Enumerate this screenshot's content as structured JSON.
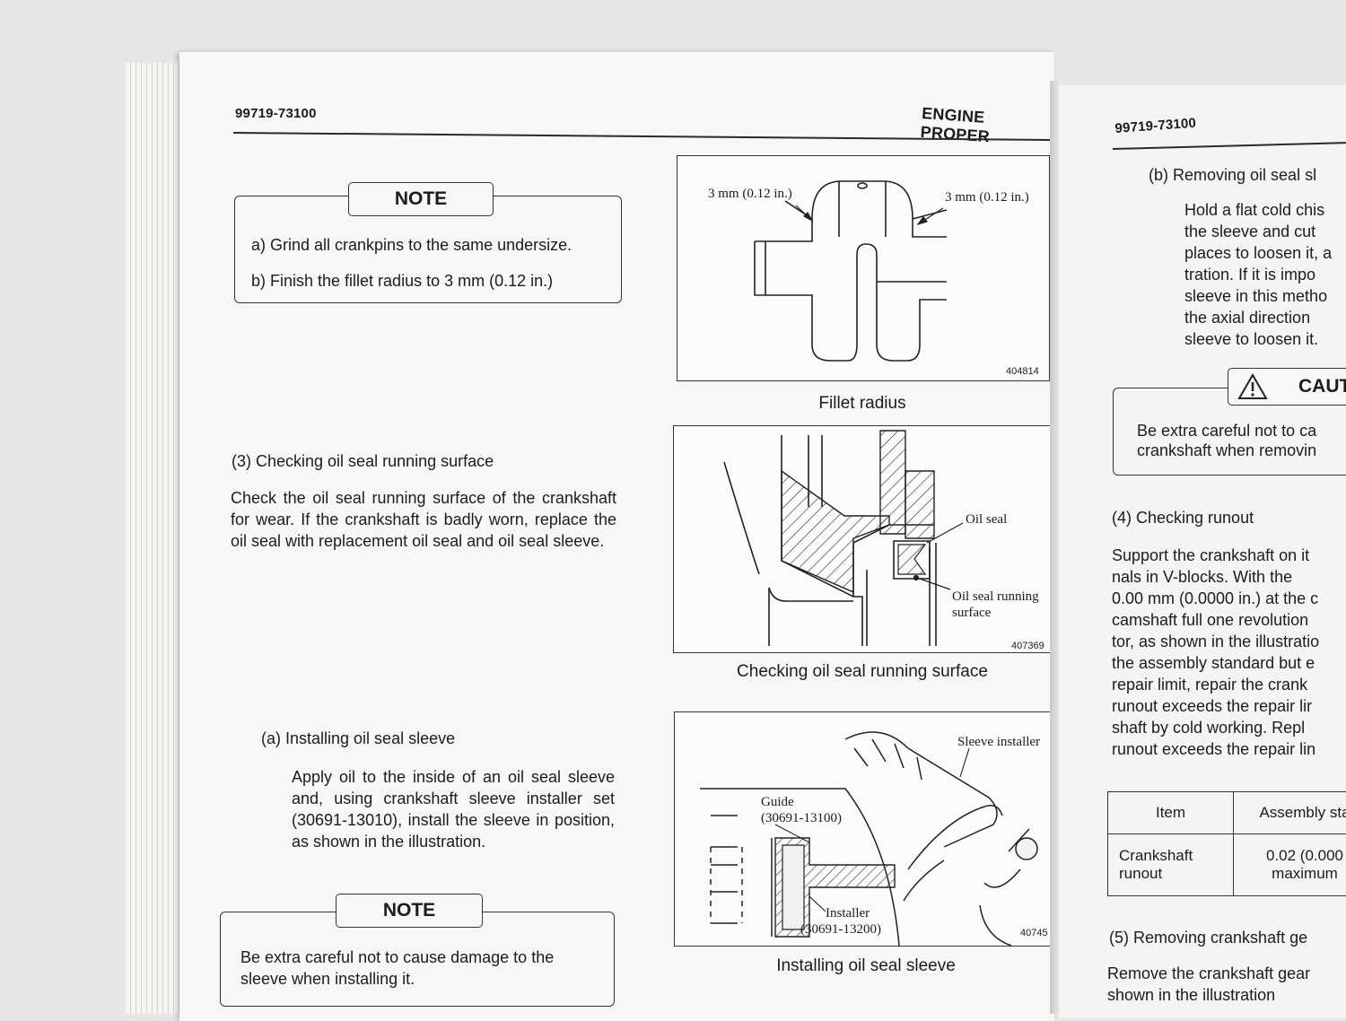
{
  "left_page": {
    "part_no": "99719-73100",
    "section": "ENGINE PROPER",
    "note1": {
      "title": "NOTE",
      "items": [
        "a)  Grind all crankpins to the same undersize.",
        "b)  Finish the fillet radius to 3 mm (0.12 in.)"
      ]
    },
    "fig1": {
      "label_left": "3 mm (0.12 in.)",
      "label_right": "3 mm (0.12 in.)",
      "code": "404814",
      "caption": "Fillet radius"
    },
    "sec3": {
      "heading": "(3)   Checking oil seal running surface",
      "body": "Check the oil seal running surface of the crankshaft for wear.  If the crankshaft is badly worn, replace the oil seal with replacement oil seal and oil seal sleeve."
    },
    "fig2": {
      "label_oil_seal": "Oil seal",
      "label_surface_1": "Oil seal running",
      "label_surface_2": "surface",
      "code": "407369",
      "caption": "Checking oil seal running surface"
    },
    "sec_a": {
      "heading": "(a)   Installing oil seal sleeve",
      "body": "Apply oil to the inside of an oil seal sleeve and, using crankshaft sleeve installer set (30691-13010), install the sleeve in position, as shown in the illustration."
    },
    "note2": {
      "title": "NOTE",
      "body": "Be extra careful not to cause damage to the sleeve when installing it."
    },
    "fig3": {
      "label_sleeve_installer": "Sleeve installer",
      "label_guide_1": "Guide",
      "label_guide_2": "(30691-13100)",
      "label_installer_1": "Installer",
      "label_installer_2": "(30691-13200)",
      "code": "40745",
      "caption": "Installing oil seal sleeve"
    }
  },
  "right_page": {
    "part_no": "99719-73100",
    "sec_b": {
      "heading": "(b)   Removing oil seal sl",
      "lines": [
        "Hold a flat cold chis",
        "the sleeve and cut",
        "places to loosen it, a",
        "tration.  If it is impo",
        "sleeve in this metho",
        "the axial direction",
        "sleeve to loosen it."
      ]
    },
    "caution": {
      "title": "CAUT",
      "lines": [
        "Be extra careful not to ca",
        "crankshaft when removin"
      ]
    },
    "sec4": {
      "heading": "(4)   Checking runout",
      "lines": [
        "Support the crankshaft on it",
        "nals in V-blocks.  With the",
        "0.00 mm (0.0000 in.) at the c",
        "camshaft full one revolution",
        "tor, as shown in the illustratio",
        "the assembly standard but e",
        "repair limit, repair the crank",
        "runout exceeds the repair lir",
        "shaft by cold working.  Repl",
        "runout exceeds the repair lin"
      ]
    },
    "table": {
      "headers": [
        "Item",
        "Assembly sta"
      ],
      "row_item": [
        "Crankshaft",
        "runout"
      ],
      "row_value": [
        "0.02 (0.000",
        "maximum"
      ]
    },
    "sec5": {
      "heading": "(5)   Removing crankshaft ge",
      "lines": [
        "Remove the crankshaft gear",
        "shown in the illustration"
      ]
    }
  }
}
